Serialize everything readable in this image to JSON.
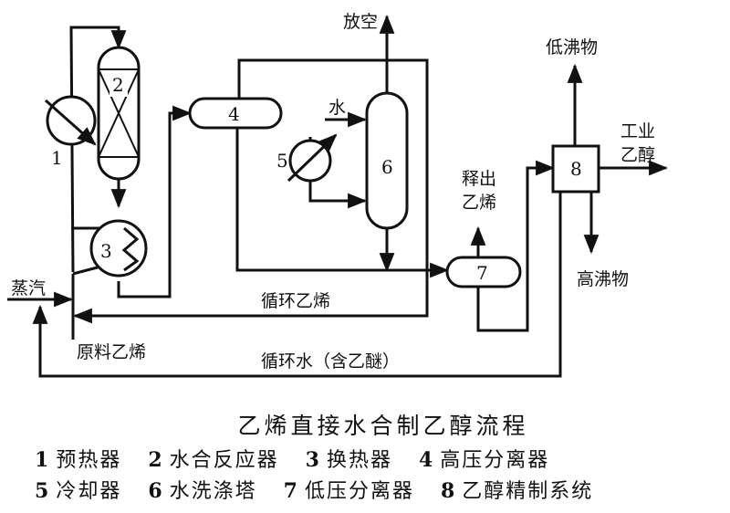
{
  "diagram": {
    "title": "乙烯直接水合制乙醇流程",
    "unit_numbers": [
      "1",
      "2",
      "3",
      "4",
      "5",
      "6",
      "7",
      "8"
    ],
    "stream_labels": {
      "vent": "放空",
      "water": "水",
      "released_ethylene_1": "释出",
      "released_ethylene_2": "乙烯",
      "low_boilers": "低沸物",
      "industrial_ethanol_1": "工业",
      "industrial_ethanol_2": "乙醇",
      "high_boilers": "高沸物",
      "steam": "蒸汽",
      "raw_ethylene": "原料乙烯",
      "recycle_ethylene": "循环乙烯",
      "recycle_water": "循环水（含乙醚）"
    },
    "legend": [
      {
        "num": "1",
        "name": "预热器"
      },
      {
        "num": "2",
        "name": "水合反应器"
      },
      {
        "num": "3",
        "name": "换热器"
      },
      {
        "num": "4",
        "name": "高压分离器"
      },
      {
        "num": "5",
        "name": "冷却器"
      },
      {
        "num": "6",
        "name": "水洗涤塔"
      },
      {
        "num": "7",
        "name": "低压分离器"
      },
      {
        "num": "8",
        "name": "乙醇精制系统"
      }
    ]
  }
}
